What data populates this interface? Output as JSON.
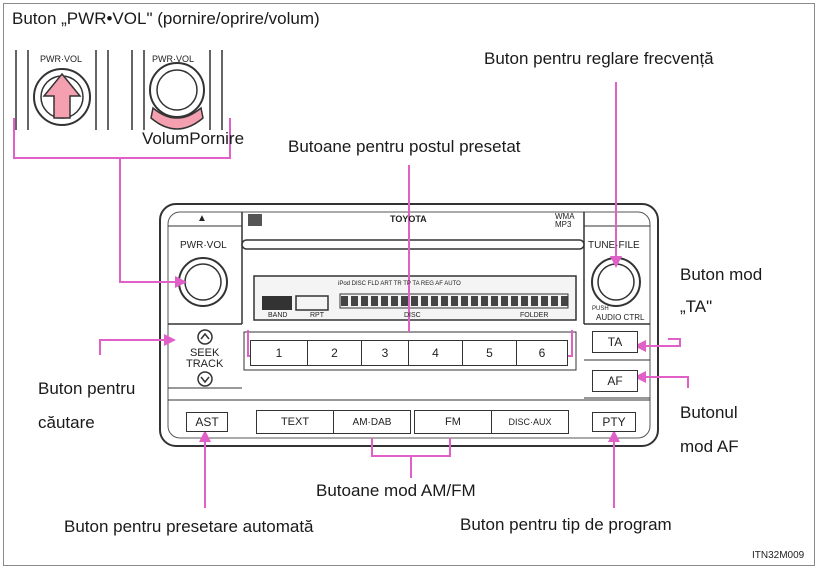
{
  "labels": {
    "pwr_vol_title": "Buton „PWR•VOL\" (pornire/oprire/volum)",
    "volum": "Volum",
    "pornire": "Pornire",
    "preset_stations": "Butoane pentru postul presetat",
    "frequency_tuning": "Buton pentru reglare frecvență",
    "ta_mode_line1": "Buton mod",
    "ta_mode_line2": "„TA\"",
    "seek_line1": "Buton  pentru",
    "seek_line2": "căutare",
    "af_mode_line1": "Butonul",
    "af_mode_line2": "mod AF",
    "amfm_modes": "Butoane mod AM/FM",
    "auto_preset": "Buton pentru presetare automată",
    "program_type": "Buton pentru tip de program",
    "figure_code": "ITN32M009"
  },
  "radio": {
    "eject": "▲",
    "brand": "TOYOTA",
    "wma_line1": "WMA",
    "wma_line2": "MP3",
    "pwr_vol": "PWR·VOL",
    "tune_file": "TUNE·FILE",
    "push": "PUSH",
    "audio_ctrl": "AUDIO CTRL",
    "seek_line1": "SEEK",
    "seek_line2": "TRACK",
    "ta": "TA",
    "af": "AF",
    "ast": "AST",
    "pty": "PTY",
    "text": "TEXT",
    "am_dab": "AM·DAB",
    "fm": "FM",
    "disc_aux": "DISC·AUX",
    "preset_1": "1",
    "preset_2": "2",
    "preset_3": "3",
    "preset_4": "4",
    "preset_5": "5",
    "preset_6": "6",
    "lcd_band": "BAND",
    "lcd_rpt": "RPT",
    "lcd_disc": "DISC",
    "lcd_folder": "FOLDER",
    "lcd_top": "iPod DISC  FLD ART  TR     TP TA REG AF AUTO",
    "inset_pwr_1": "PWR·VOL",
    "inset_pwr_2": "PWR·VOL"
  },
  "colors": {
    "callout": "#e060c8",
    "arrow_fill": "#f4a0b0",
    "ink": "#333333"
  }
}
